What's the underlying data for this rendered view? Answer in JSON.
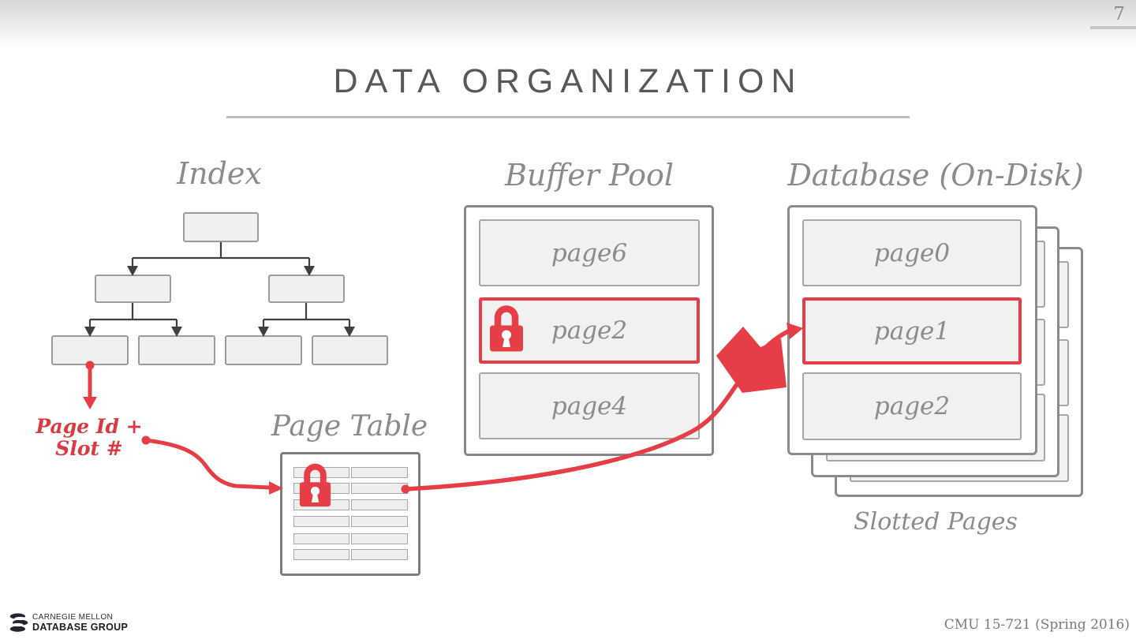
{
  "slide": {
    "page_number": "7",
    "title": "DATA ORGANIZATION"
  },
  "index": {
    "label": "Index"
  },
  "page_id_callout": {
    "line1": "Page Id +",
    "line2": "Slot #"
  },
  "page_table": {
    "label": "Page Table"
  },
  "buffer_pool": {
    "label": "Buffer Pool",
    "pages": [
      "page6",
      "page2",
      "page4"
    ],
    "locked_page": "page2"
  },
  "database": {
    "label": "Database (On-Disk)",
    "pages": [
      "page0",
      "page1",
      "page2"
    ],
    "highlighted_page": "page1",
    "caption": "Slotted Pages"
  },
  "footer": {
    "logo_line1": "CARNEGIE MELLON",
    "logo_line2": "DATABASE GROUP",
    "course": "CMU 15-721 (Spring 2016)"
  },
  "icons": {
    "lock": "red-padlock",
    "logo_mark": "database-cylinder-stack",
    "big_arrow": "thick-red-transfer-arrow"
  },
  "colors": {
    "accent_red": "#e63e47",
    "label_gray": "#8b8b8b",
    "title_gray": "#57585a",
    "container_border": "#868686",
    "row_fill": "#f1f1f0",
    "row_border": "#a6a6a6",
    "tree_line": "#3f3f3f",
    "header_gradient_top": "#d7d7d7"
  }
}
